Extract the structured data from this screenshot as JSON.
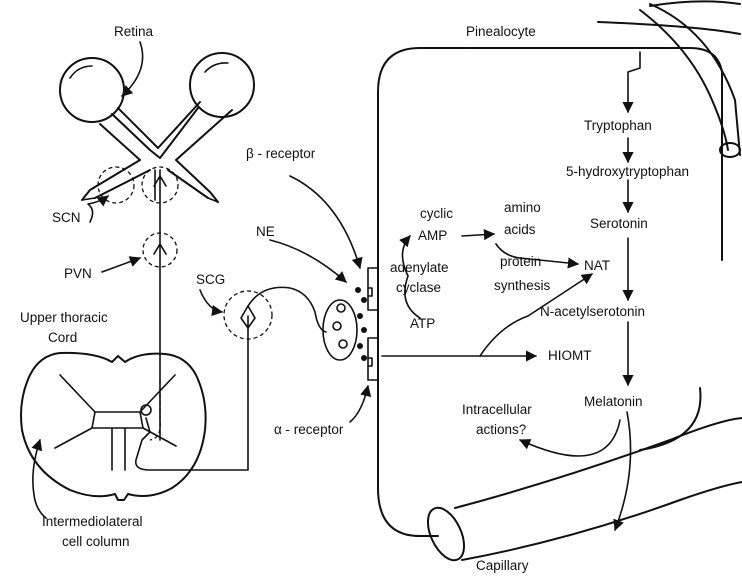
{
  "labels": {
    "retina": "Retina",
    "pinealocyte": "Pinealocyte",
    "tryptophan": "Tryptophan",
    "hydroxytryptophan": "5-hydroxytryptophan",
    "serotonin": "Serotonin",
    "beta_receptor": "β - receptor",
    "ne": "NE",
    "scg": "SCG",
    "scn": "SCN",
    "pvn": "PVN",
    "cyclic": "cyclic",
    "amp": "AMP",
    "amino": "amino",
    "acids": "acids",
    "adenylate": "adenylate",
    "cyclase": "cyclase",
    "protein": "protein",
    "synthesis": "synthesis",
    "nat": "NAT",
    "atp": "ATP",
    "n_acetylserotonin": "N-acetylserotonin",
    "hiomt": "HIOMT",
    "upper_thoracic": "Upper thoracic",
    "cord": "Cord",
    "melatonin": "Melatonin",
    "intracellular": "Intracellular",
    "actions": "actions?",
    "alpha_receptor": "α - receptor",
    "intermediolateral": "Intermediolateral",
    "cell_column": "cell column",
    "capillary": "Capillary"
  }
}
